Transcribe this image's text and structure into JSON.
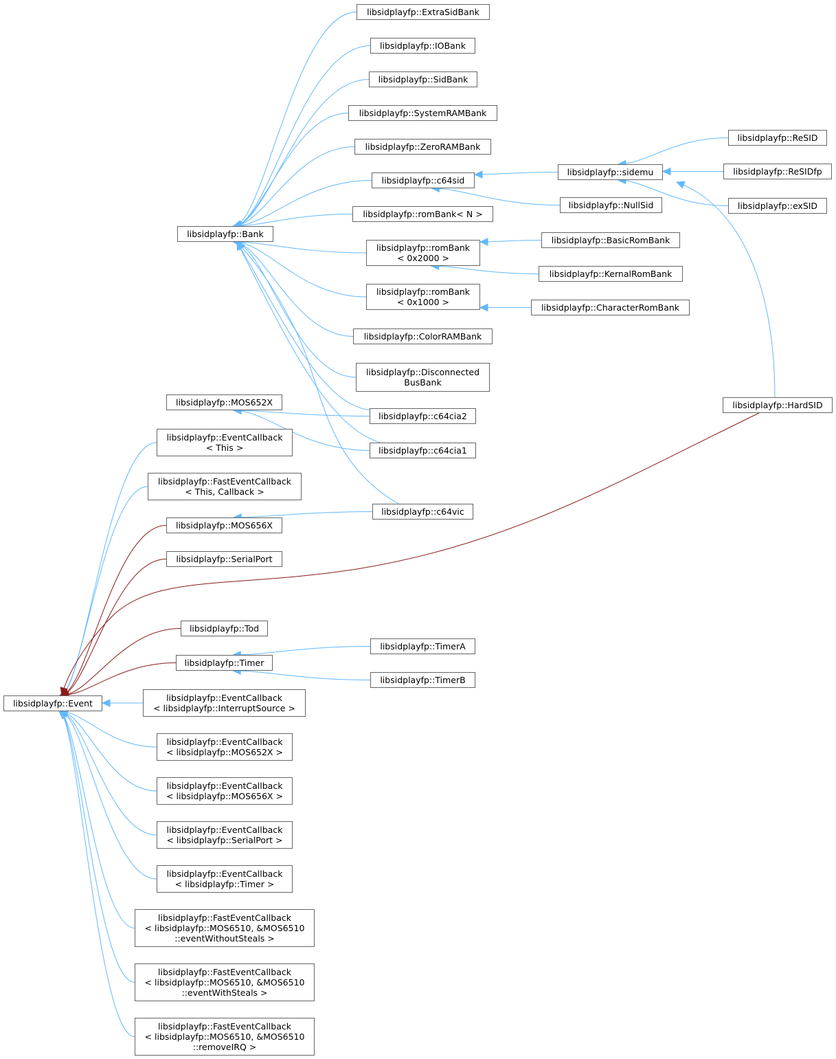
{
  "colors": {
    "public_inheritance": "#63b8ff",
    "protected_inheritance": "#8b1a1a",
    "node_border": "#666666"
  },
  "nodes": {
    "event": "libsidplayfp::Event",
    "bank": "libsidplayfp::Bank",
    "extra_sid_bank": "libsidplayfp::ExtraSidBank",
    "io_bank": "libsidplayfp::IOBank",
    "sid_bank": "libsidplayfp::SidBank",
    "system_ram_bank": "libsidplayfp::SystemRAMBank",
    "zero_ram_bank": "libsidplayfp::ZeroRAMBank",
    "c64sid": "libsidplayfp::c64sid",
    "rom_bank_n": "libsidplayfp::romBank< N >",
    "rom_bank_2000": "libsidplayfp::romBank\n< 0x2000 >",
    "rom_bank_1000": "libsidplayfp::romBank\n< 0x1000 >",
    "color_ram_bank": "libsidplayfp::ColorRAMBank",
    "disconnected_bus_bank": "libsidplayfp::Disconnected\nBusBank",
    "sidemu": "libsidplayfp::sidemu",
    "null_sid": "libsidplayfp::NullSid",
    "resid": "libsidplayfp::ReSID",
    "residfp": "libsidplayfp::ReSIDfp",
    "exsid": "libsidplayfp::exSID",
    "hardsid": "libsidplayfp::HardSID",
    "basic_rom_bank": "libsidplayfp::BasicRomBank",
    "kernal_rom_bank": "libsidplayfp::KernalRomBank",
    "character_rom_bank": "libsidplayfp::CharacterRomBank",
    "mos652x": "libsidplayfp::MOS652X",
    "c64cia2": "libsidplayfp::c64cia2",
    "c64cia1": "libsidplayfp::c64cia1",
    "event_callback_this": "libsidplayfp::EventCallback\n< This >",
    "fast_event_callback_this": "libsidplayfp::FastEventCallback\n< This, Callback >",
    "mos656x": "libsidplayfp::MOS656X",
    "c64vic": "libsidplayfp::c64vic",
    "serial_port": "libsidplayfp::SerialPort",
    "tod": "libsidplayfp::Tod",
    "timer": "libsidplayfp::Timer",
    "timer_a": "libsidplayfp::TimerA",
    "timer_b": "libsidplayfp::TimerB",
    "event_callback_interrupt_source": "libsidplayfp::EventCallback\n< libsidplayfp::InterruptSource >",
    "event_callback_mos652x": "libsidplayfp::EventCallback\n< libsidplayfp::MOS652X >",
    "event_callback_mos656x": "libsidplayfp::EventCallback\n< libsidplayfp::MOS656X >",
    "event_callback_serial_port": "libsidplayfp::EventCallback\n< libsidplayfp::SerialPort >",
    "event_callback_timer": "libsidplayfp::EventCallback\n< libsidplayfp::Timer >",
    "fast_event_callback_without_steals": "libsidplayfp::FastEventCallback\n< libsidplayfp::MOS6510, &MOS6510\n::eventWithoutSteals >",
    "fast_event_callback_with_steals": "libsidplayfp::FastEventCallback\n< libsidplayfp::MOS6510, &MOS6510\n::eventWithSteals >",
    "fast_event_callback_remove_irq": "libsidplayfp::FastEventCallback\n< libsidplayfp::MOS6510, &MOS6510\n::removeIRQ >"
  },
  "edges": [
    {
      "from": "extra_sid_bank",
      "to": "bank",
      "kind": "public"
    },
    {
      "from": "io_bank",
      "to": "bank",
      "kind": "public"
    },
    {
      "from": "sid_bank",
      "to": "bank",
      "kind": "public"
    },
    {
      "from": "system_ram_bank",
      "to": "bank",
      "kind": "public"
    },
    {
      "from": "zero_ram_bank",
      "to": "bank",
      "kind": "public"
    },
    {
      "from": "c64sid",
      "to": "bank",
      "kind": "public"
    },
    {
      "from": "rom_bank_n",
      "to": "bank",
      "kind": "public"
    },
    {
      "from": "rom_bank_2000",
      "to": "bank",
      "kind": "public"
    },
    {
      "from": "rom_bank_1000",
      "to": "bank",
      "kind": "public"
    },
    {
      "from": "color_ram_bank",
      "to": "bank",
      "kind": "public"
    },
    {
      "from": "disconnected_bus_bank",
      "to": "bank",
      "kind": "public"
    },
    {
      "from": "c64cia2",
      "to": "bank",
      "kind": "public"
    },
    {
      "from": "c64cia1",
      "to": "bank",
      "kind": "public"
    },
    {
      "from": "c64vic",
      "to": "bank",
      "kind": "public"
    },
    {
      "from": "sidemu",
      "to": "c64sid",
      "kind": "public"
    },
    {
      "from": "null_sid",
      "to": "c64sid",
      "kind": "public"
    },
    {
      "from": "resid",
      "to": "sidemu",
      "kind": "public"
    },
    {
      "from": "residfp",
      "to": "sidemu",
      "kind": "public"
    },
    {
      "from": "exsid",
      "to": "sidemu",
      "kind": "public"
    },
    {
      "from": "hardsid",
      "to": "sidemu",
      "kind": "public"
    },
    {
      "from": "basic_rom_bank",
      "to": "rom_bank_2000",
      "kind": "public"
    },
    {
      "from": "kernal_rom_bank",
      "to": "rom_bank_2000",
      "kind": "public"
    },
    {
      "from": "character_rom_bank",
      "to": "rom_bank_1000",
      "kind": "public"
    },
    {
      "from": "c64cia2",
      "to": "mos652x",
      "kind": "public"
    },
    {
      "from": "c64cia1",
      "to": "mos652x",
      "kind": "public"
    },
    {
      "from": "c64vic",
      "to": "mos656x",
      "kind": "public"
    },
    {
      "from": "timer_a",
      "to": "timer",
      "kind": "public"
    },
    {
      "from": "timer_b",
      "to": "timer",
      "kind": "public"
    },
    {
      "from": "event_callback_this",
      "to": "event",
      "kind": "public"
    },
    {
      "from": "fast_event_callback_this",
      "to": "event",
      "kind": "public"
    },
    {
      "from": "mos656x",
      "to": "event",
      "kind": "protected"
    },
    {
      "from": "serial_port",
      "to": "event",
      "kind": "protected"
    },
    {
      "from": "hardsid",
      "to": "event",
      "kind": "protected"
    },
    {
      "from": "tod",
      "to": "event",
      "kind": "protected"
    },
    {
      "from": "timer",
      "to": "event",
      "kind": "protected"
    },
    {
      "from": "event_callback_interrupt_source",
      "to": "event",
      "kind": "public"
    },
    {
      "from": "event_callback_mos652x",
      "to": "event",
      "kind": "public"
    },
    {
      "from": "event_callback_mos656x",
      "to": "event",
      "kind": "public"
    },
    {
      "from": "event_callback_serial_port",
      "to": "event",
      "kind": "public"
    },
    {
      "from": "event_callback_timer",
      "to": "event",
      "kind": "public"
    },
    {
      "from": "fast_event_callback_without_steals",
      "to": "event",
      "kind": "public"
    },
    {
      "from": "fast_event_callback_with_steals",
      "to": "event",
      "kind": "public"
    },
    {
      "from": "fast_event_callback_remove_irq",
      "to": "event",
      "kind": "public"
    }
  ]
}
